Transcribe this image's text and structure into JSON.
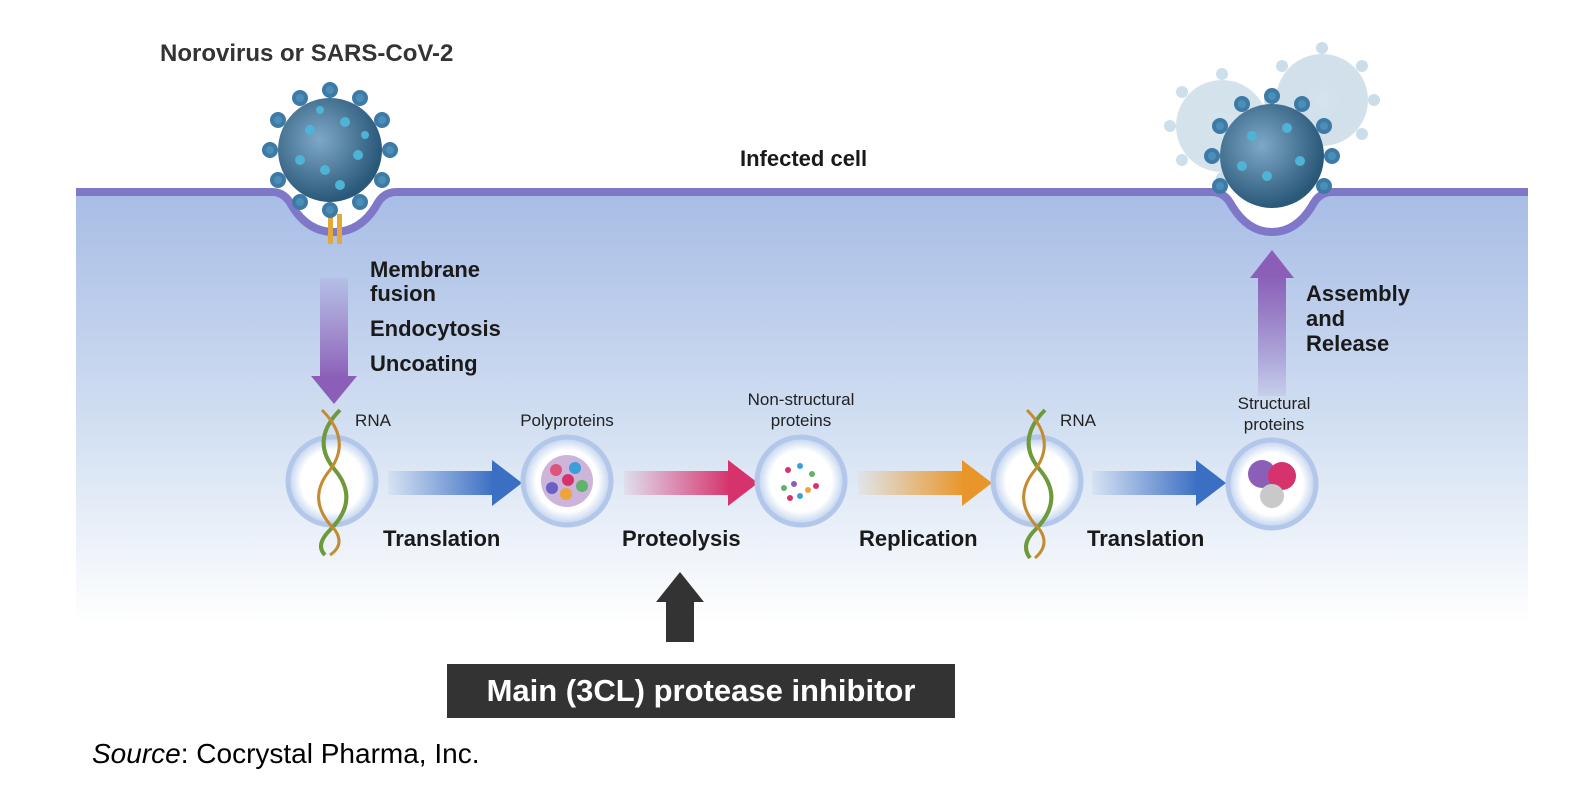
{
  "title": "Norovirus or SARS-CoV-2",
  "cell_label": "Infected cell",
  "entry_steps": [
    "Membrane",
    "fusion",
    "Endocytosis",
    "Uncoating"
  ],
  "exit_steps": [
    "Assembly",
    "and",
    "Release"
  ],
  "nodes": [
    {
      "label": "RNA"
    },
    {
      "label": "Polyproteins"
    },
    {
      "label_line1": "Non-structural",
      "label_line2": "proteins"
    },
    {
      "label": "RNA"
    },
    {
      "label_line1": "Structural",
      "label_line2": "proteins"
    }
  ],
  "processes": [
    {
      "label": "Translation",
      "color": "#3b6fc4"
    },
    {
      "label": "Proteolysis",
      "color": "#d6336c"
    },
    {
      "label": "Replication",
      "color": "#e8962a"
    },
    {
      "label": "Translation",
      "color": "#3b6fc4"
    }
  ],
  "inhibitor_label": "Main (3CL) protease inhibitor",
  "source": {
    "prefix": "Source",
    "text": ": Cocrystal Pharma, Inc."
  },
  "colors": {
    "membrane": "#7f77c8",
    "cell_top": "#a9bde6",
    "entry_arrow": "#8b5fb8",
    "inhibitor_bg": "#333333"
  }
}
